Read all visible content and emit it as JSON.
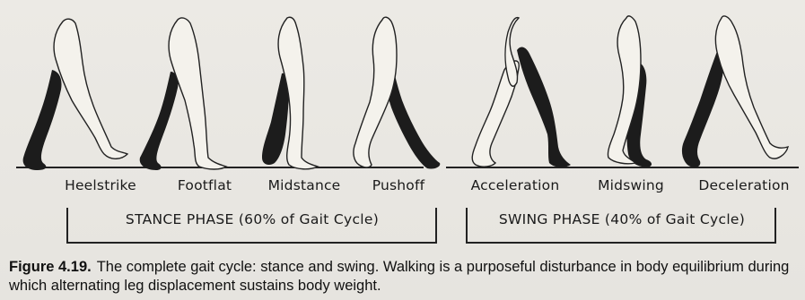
{
  "figure": {
    "phases": [
      {
        "key": "heelstrike",
        "label": "Heelstrike"
      },
      {
        "key": "footflat",
        "label": "Footflat"
      },
      {
        "key": "midstance",
        "label": "Midstance"
      },
      {
        "key": "pushoff",
        "label": "Pushoff"
      },
      {
        "key": "acceleration",
        "label": "Acceleration"
      },
      {
        "key": "midswing",
        "label": "Midswing"
      },
      {
        "key": "deceleration",
        "label": "Deceleration"
      }
    ],
    "stance_bracket": "STANCE PHASE (60% of Gait Cycle)",
    "swing_bracket": "SWING PHASE (40% of Gait Cycle)"
  },
  "caption": {
    "number": "Figure 4.19.",
    "text": "The complete gait cycle: stance and swing. Walking is a purposeful disturbance in body equilibrium during which alternating leg displacement sustains body weight."
  },
  "colors": {
    "ink": "#1a1a1a",
    "paper": "#e9e7e2",
    "shaded_leg": "#1c1c1c"
  }
}
